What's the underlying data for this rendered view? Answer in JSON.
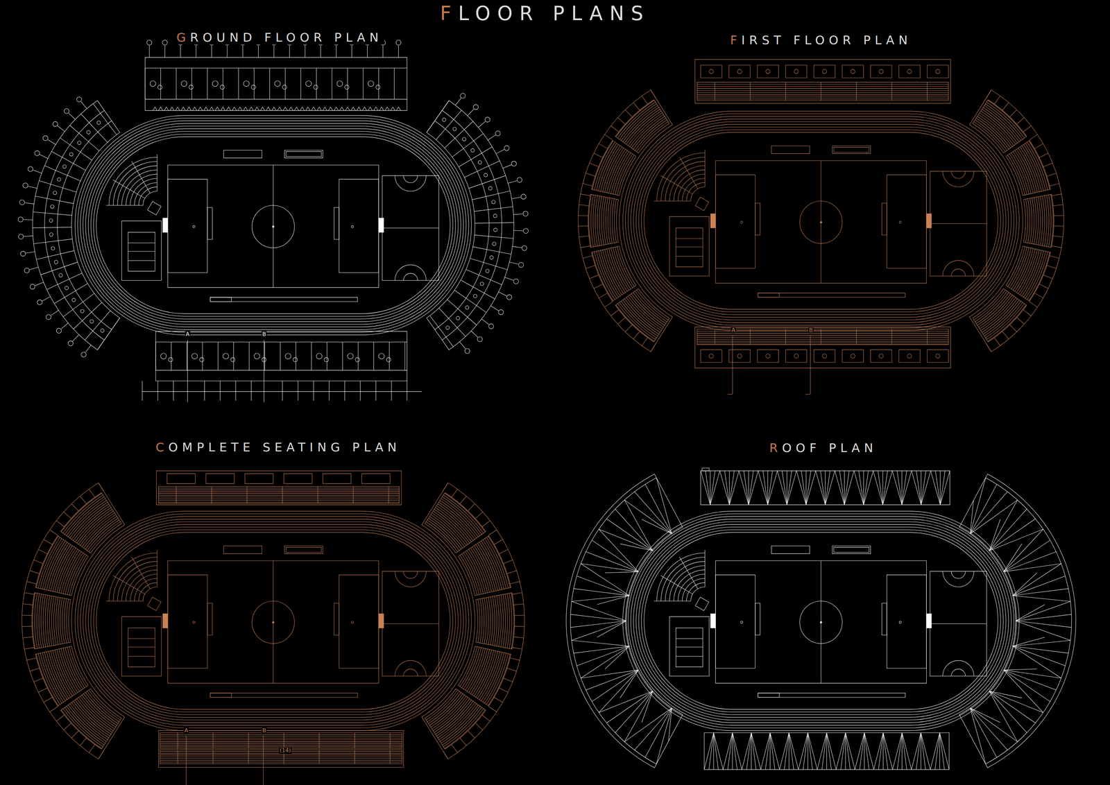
{
  "diagram": {
    "title": "FLOOR PLANS",
    "labels": [
      "GROUND FLOOR PLAN",
      "FIRST FLOOR PLAN",
      "COMPLETE SEATING PLAN",
      "ROOF PLAN",
      "A",
      "B",
      "A",
      "B",
      "A",
      "B",
      "(14)"
    ]
  }
}
